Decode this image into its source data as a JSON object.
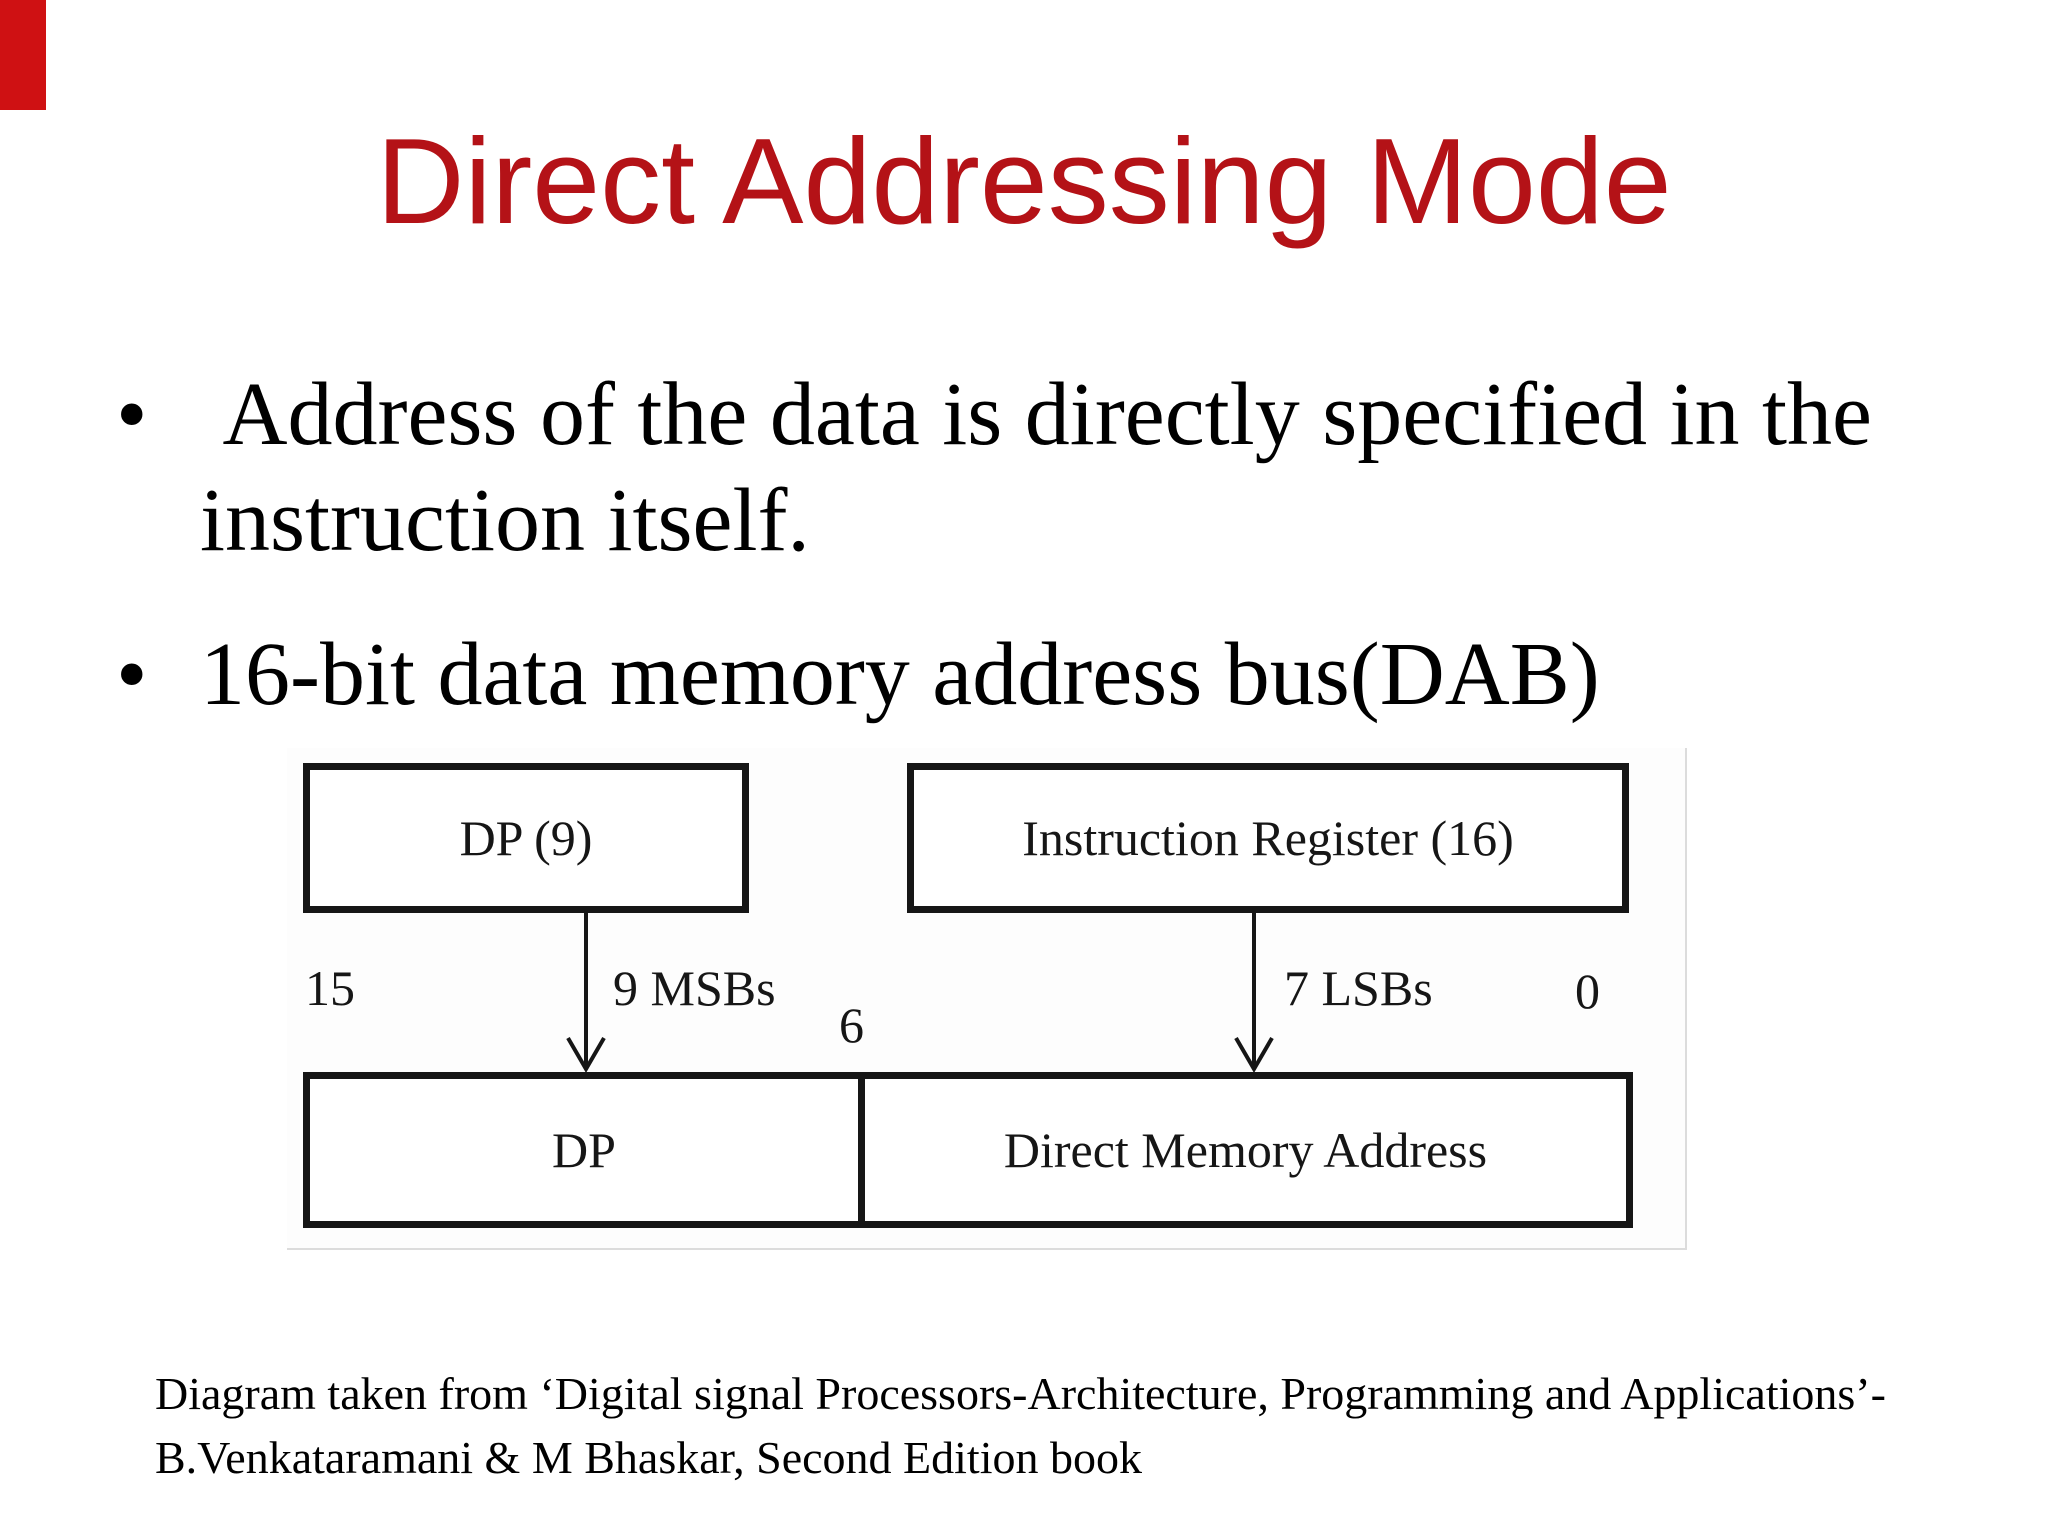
{
  "slide": {
    "title": "Direct Addressing Mode",
    "bullet_marker": "•",
    "bullets": [
      {
        "text": " Address of the data is directly specified in the instruction itself."
      },
      {
        "text": "16-bit data memory address bus(DAB)"
      }
    ],
    "diagram": {
      "dp_register_label": "DP (9)",
      "instruction_register_label": "Instruction Register (16)",
      "bit_15_label": "15",
      "msb_arrow_label": "9 MSBs",
      "bit_6_label": "6",
      "lsb_arrow_label": "7 LSBs",
      "bit_0_label": "0",
      "result_dp_label": "DP",
      "result_dma_label": "Direct Memory Address"
    },
    "citation": {
      "line1": "Diagram taken from ‘Digital signal Processors-Architecture, Programming and Applications’-",
      "line2": "B.Venkataramani & M Bhaskar, Second Edition book"
    },
    "colors": {
      "title_red": "#b41217",
      "corner_bar_red": "#cf1113"
    }
  }
}
